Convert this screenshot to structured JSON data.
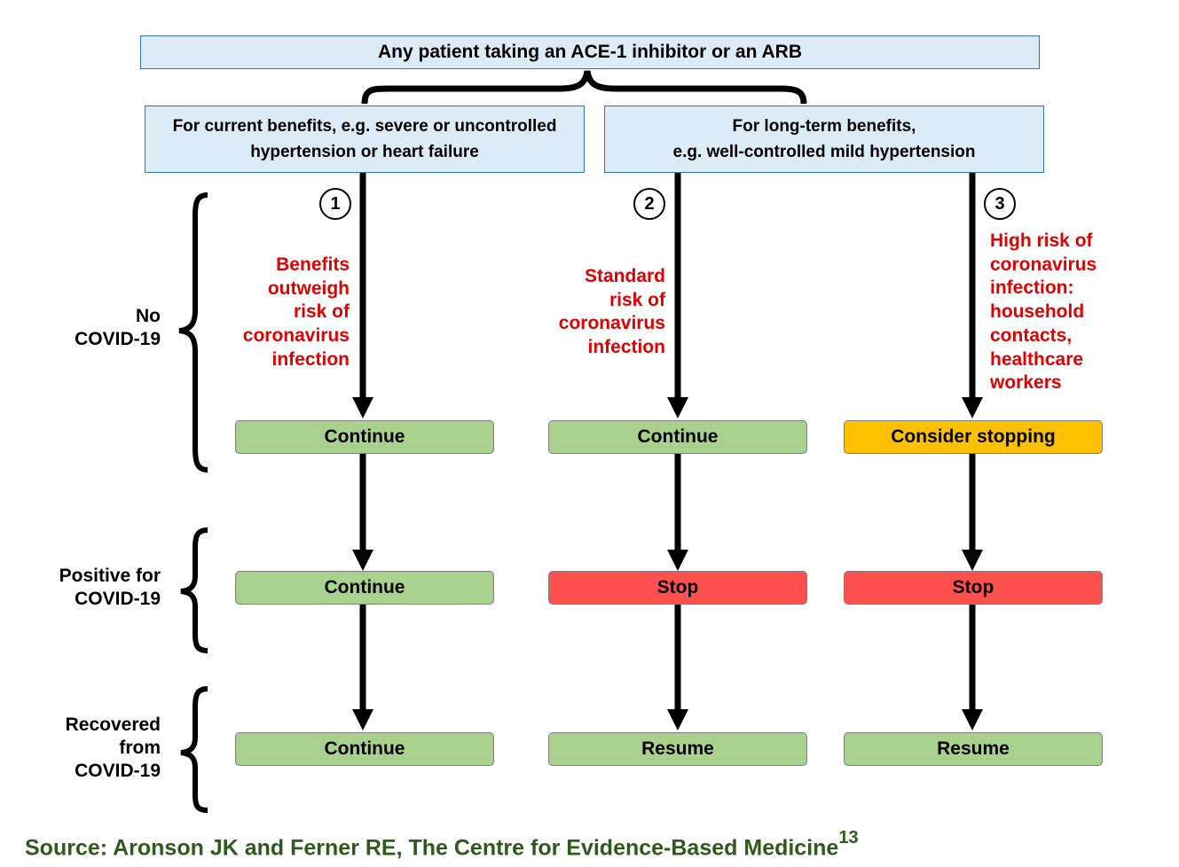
{
  "top": {
    "label": "Any patient taking an ACE-1 inhibitor or an ARB"
  },
  "categories": [
    {
      "line1": "For current benefits, e.g. severe or uncontrolled",
      "line2": "hypertension or heart failure"
    },
    {
      "line1": "For long-term benefits,",
      "line2": "e.g. well-controlled mild hypertension"
    }
  ],
  "paths": [
    {
      "number": "1",
      "reason": [
        "Benefits",
        "outweigh",
        "risk of",
        "coronavirus",
        "infection"
      ]
    },
    {
      "number": "2",
      "reason": [
        "Standard",
        "risk of",
        "coronavirus",
        "infection"
      ]
    },
    {
      "number": "3",
      "reason": [
        "High risk of",
        "coronavirus",
        "infection:",
        "household",
        "contacts,",
        "healthcare",
        "workers"
      ]
    }
  ],
  "stages": [
    {
      "lines": [
        "No",
        "COVID-19"
      ]
    },
    {
      "lines": [
        "Positive for",
        "COVID-19"
      ]
    },
    {
      "lines": [
        "Recovered",
        "from",
        "COVID-19"
      ]
    }
  ],
  "actions": {
    "row1": [
      "Continue",
      "Continue",
      "Consider stopping"
    ],
    "row2": [
      "Continue",
      "Stop",
      "Stop"
    ],
    "row3": [
      "Continue",
      "Resume",
      "Resume"
    ]
  },
  "colors": {
    "green": "#a9d18e",
    "amber": "#ffc000",
    "red": "#ff5050",
    "reason_text": "#e00000",
    "box_fill": "#ddebf7",
    "source_text": "#2e5a1c"
  },
  "source": {
    "text": "Source: Aronson JK and Ferner RE, The Centre for Evidence-Based Medicine",
    "ref": "13"
  }
}
